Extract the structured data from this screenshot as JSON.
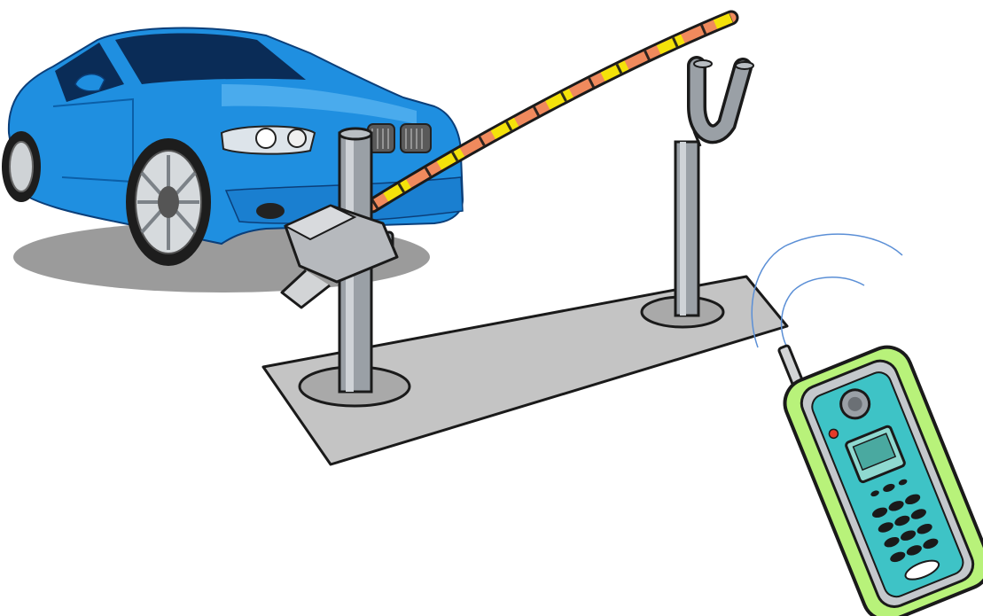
{
  "scene": {
    "subjects": [
      "car",
      "boom-barrier",
      "remote-phone"
    ]
  },
  "colors": {
    "car_body": "#1f8fe0",
    "car_shadow": "#1166b8",
    "boom_orange": "#f08a5d",
    "boom_yellow": "#f4e20a",
    "boom_black": "#222222",
    "post_gray": "#9a9fa6",
    "base_gray": "#bfbfbf",
    "phone_green": "#b8f27a",
    "phone_teal": "#3ec3c6",
    "signal_blue": "#5b8fd6"
  }
}
